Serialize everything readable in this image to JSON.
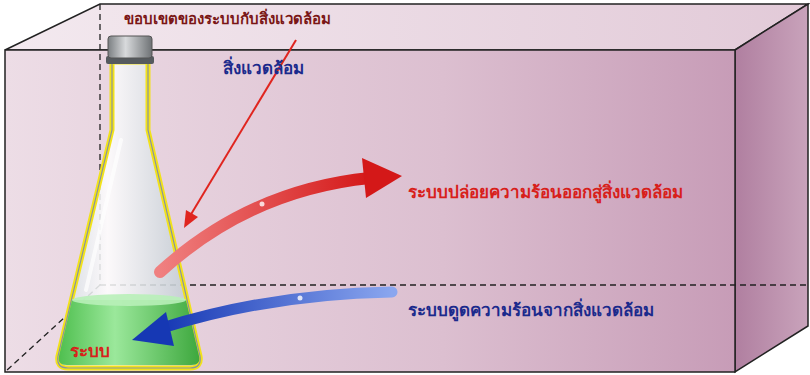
{
  "diagram": {
    "nodes": [
      {
        "text": [
          "สิ่งแวดล้อม"
        ]
      },
      {
        "text": [
          "ระบบ"
        ],
        "in": 0
      }
    ],
    "labels": [
      "ขอบเขตของระบบกับสิ่งแวดล้อม",
      "ระบบปล่อยความร้อนออกสู่สิ่งแวดล้อม",
      "ระบบดูดความร้อนจากสิ่งแวดล้อม"
    ]
  }
}
